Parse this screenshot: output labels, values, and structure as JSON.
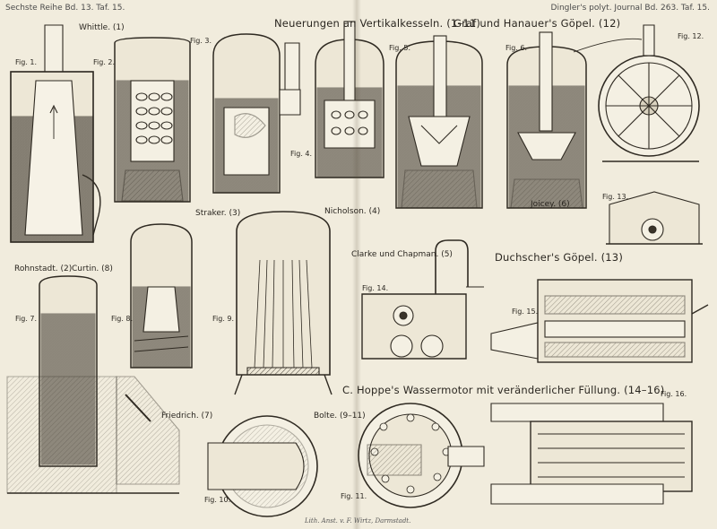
{
  "header": {
    "left": "Sechste Reihe Bd. 13. Taf. 15.",
    "right": "Dingler's polyt. Journal Bd. 263. Taf. 15."
  },
  "titles": {
    "main": "Neuerungen an Vertikalkesseln. (1–11)",
    "goepel_top": "Graf und Hanauer's Göpel. (12)",
    "goepel_duchscher": "Duchscher's Göpel. (13)",
    "wassermotor": "C. Hoppe's Wassermotor mit veränderlicher Füllung. (14–16)"
  },
  "names": {
    "whittle": "Whittle. (1)",
    "straker": "Straker. (3)",
    "nicholson": "Nicholson. (4)",
    "joicey": "Joicey. (6)",
    "rohnstadt": "Rohnstadt. (2)",
    "curtin": "Curtin. (8)",
    "clarke": "Clarke und Chapman. (5)",
    "friedrich": "Friedrich. (7)",
    "bolte": "Bolte. (9–11)"
  },
  "figures": {
    "f1": "Fig. 1.",
    "f2": "Fig. 2.",
    "f3": "Fig. 3.",
    "f4": "Fig. 4.",
    "f5": "Fig. 5.",
    "f6": "Fig. 6.",
    "f7": "Fig. 7.",
    "f8": "Fig. 8.",
    "f9": "Fig. 9.",
    "f10": "Fig. 10.",
    "f11": "Fig. 11.",
    "f12": "Fig. 12.",
    "f13": "Fig. 13.",
    "f14": "Fig. 14.",
    "f15": "Fig. 15.",
    "f16": "Fig. 16."
  },
  "footer": "Lith. Anst. v. F. Wirtz, Darmstadt."
}
